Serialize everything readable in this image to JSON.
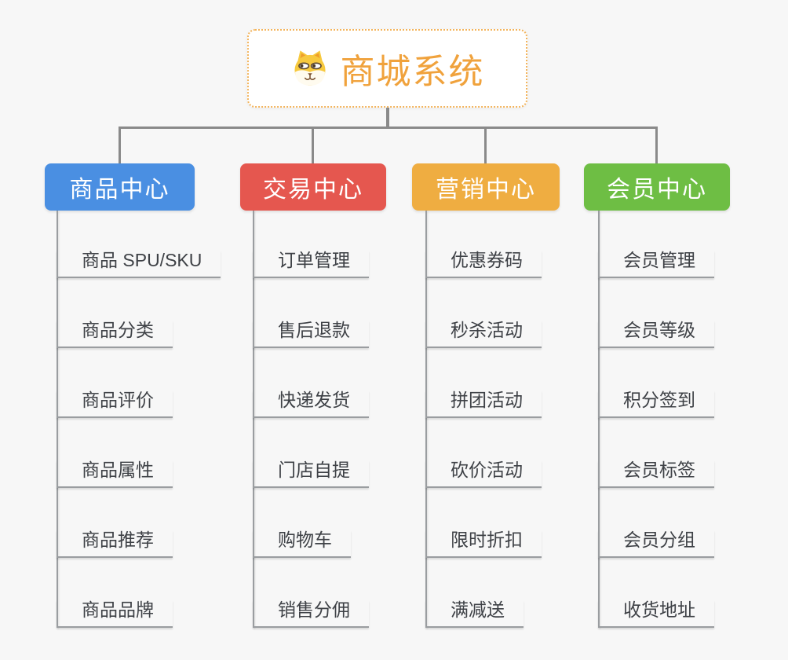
{
  "root": {
    "title": "商城系统",
    "icon": "dog-face-icon"
  },
  "colors": {
    "background": "#f7f7f7",
    "root_text": "#f0a23c",
    "root_border": "#f3b45c",
    "connector_gray": "#8a8a8a",
    "leaf_line_gray": "#9a9da0",
    "leaf_text": "#3e4146",
    "branch_goods": "#4a8fe2",
    "branch_trade": "#e5574f",
    "branch_marketing": "#efad41",
    "branch_member": "#6ebe44"
  },
  "branches": [
    {
      "label": "商品中心",
      "color": "#4a8fe2",
      "children": [
        "商品 SPU/SKU",
        "商品分类",
        "商品评价",
        "商品属性",
        "商品推荐",
        "商品品牌"
      ]
    },
    {
      "label": "交易中心",
      "color": "#e5574f",
      "children": [
        "订单管理",
        "售后退款",
        "快递发货",
        "门店自提",
        "购物车",
        "销售分佣"
      ]
    },
    {
      "label": "营销中心",
      "color": "#efad41",
      "children": [
        "优惠券码",
        "秒杀活动",
        "拼团活动",
        "砍价活动",
        "限时折扣",
        "满减送"
      ]
    },
    {
      "label": "会员中心",
      "color": "#6ebe44",
      "children": [
        "会员管理",
        "会员等级",
        "积分签到",
        "会员标签",
        "会员分组",
        "收货地址"
      ]
    }
  ]
}
